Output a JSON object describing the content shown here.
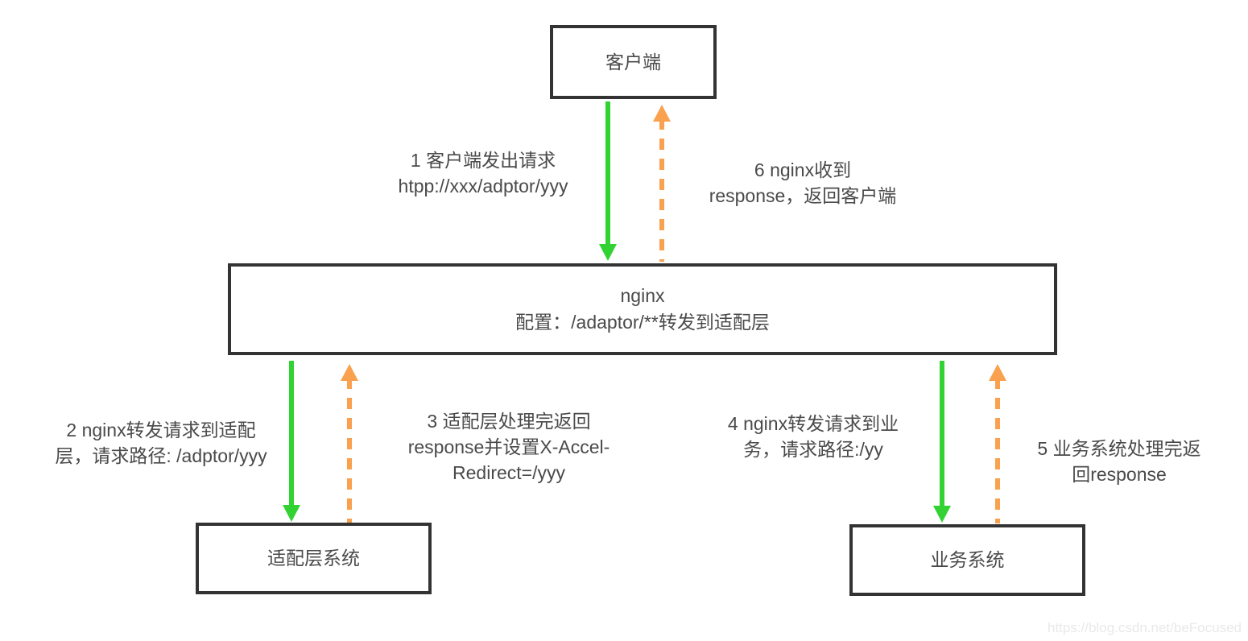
{
  "colors": {
    "box_border": "#333333",
    "text": "#4a4a4a",
    "request_arrow_green": "#32d232",
    "response_arrow_orange": "#f9a14e",
    "watermark_gray": "#e9e9e9"
  },
  "diagram": {
    "nodes": {
      "client": {
        "label": "客户端"
      },
      "nginx": {
        "lines": [
          "nginx",
          "配置：/adaptor/**转发到适配层"
        ]
      },
      "adapter": {
        "label": "适配层系统"
      },
      "business": {
        "label": "业务系统"
      }
    },
    "labels": {
      "step1": {
        "lines": [
          "1 客户端发出请求",
          "htpp://xxx/adptor/yyy"
        ]
      },
      "step2": {
        "lines": [
          "2 nginx转发请求到适配",
          "层，请求路径: /adptor/yyy"
        ]
      },
      "step3": {
        "lines": [
          "3 适配层处理完返回",
          "response并设置X-Accel-",
          "Redirect=/yyy"
        ]
      },
      "step4": {
        "lines": [
          "4 nginx转发请求到业",
          "务，请求路径:/yy"
        ]
      },
      "step5": {
        "lines": [
          "5 业务系统处理完返",
          "回response"
        ]
      },
      "step6": {
        "lines": [
          "6 nginx收到",
          "response，返回客户端"
        ]
      }
    },
    "edges": [
      {
        "step": 1,
        "from": "client",
        "to": "nginx",
        "style": "solid",
        "color": "green"
      },
      {
        "step": 2,
        "from": "nginx",
        "to": "adapter",
        "style": "solid",
        "color": "green"
      },
      {
        "step": 3,
        "from": "adapter",
        "to": "nginx",
        "style": "dashed",
        "color": "orange"
      },
      {
        "step": 4,
        "from": "nginx",
        "to": "business",
        "style": "solid",
        "color": "green"
      },
      {
        "step": 5,
        "from": "business",
        "to": "nginx",
        "style": "dashed",
        "color": "orange"
      },
      {
        "step": 6,
        "from": "nginx",
        "to": "client",
        "style": "dashed",
        "color": "orange"
      }
    ],
    "watermark": "https://blog.csdn.net/beFocused"
  }
}
